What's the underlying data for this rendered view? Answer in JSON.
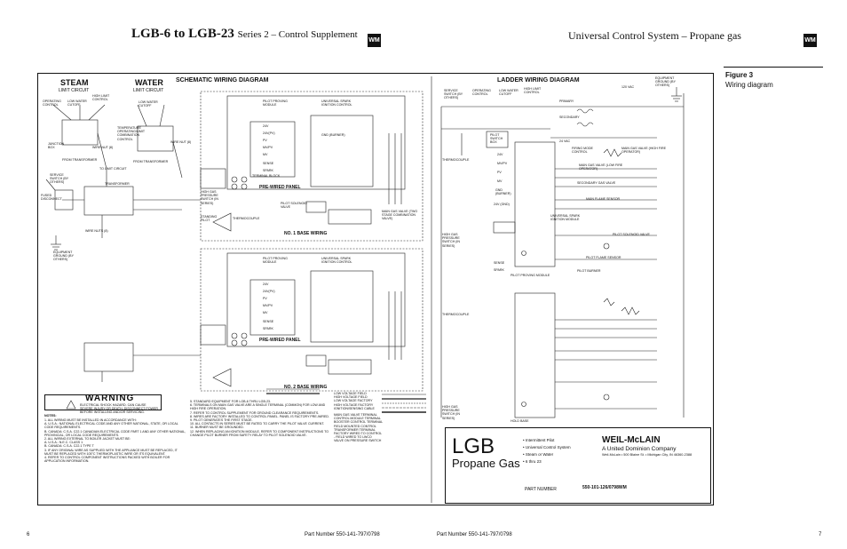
{
  "header": {
    "title": "LGB-6 to LGB-23",
    "subtitle": "Series 2 – Control Supplement",
    "right_title": "Universal Control System – Propane gas",
    "logo_text": "WM"
  },
  "figure": {
    "label": "Figure 3",
    "caption": "Wiring diagram"
  },
  "schematic": {
    "title": "SCHEMATIC WIRING DIAGRAM",
    "steam": "STEAM",
    "steam_sub": "LIMIT CIRCUIT",
    "water": "WATER",
    "water_sub": "LIMIT CIRCUIT",
    "steam_labels": [
      "OPERATING CONTROL",
      "LOW WATER CUTOFF",
      "HIGH LIMIT CONTROL",
      "JUNCTION BOX",
      "FROM TRANSFORMER",
      "WIRE NUT (8)"
    ],
    "water_labels": [
      "LOW WATER CUTOFF",
      "TEMPERATURE OPERATING/LIMIT COMBINATION CONTROL",
      "FROM TRANSFORMER",
      "WIRE NUT (8)",
      "TO LIMIT CIRCUIT"
    ],
    "left_labels": [
      "SERVICE SWITCH (BY OTHERS)",
      "FUSED DISCONNECT",
      "TRANSFORMER",
      "EQUIPMENT GROUND (BY OTHERS)",
      "WIRE NUTS (8)"
    ],
    "upper": {
      "pilot_module": "PILOT PROVING MODULE",
      "ignition_module": "UNIVERSAL SPARK IGNITION CONTROL",
      "pressure_switch": "HIGH GAS PRESSURE SWITCH (IN SERIES)",
      "terminal_block": "TERMINAL BLOCK",
      "prewired": "PRE-WIRED PANEL",
      "solenoid": "PILOT SOLENOID VALVE",
      "main_gas": "MAIN GAS VALVE (TWO STAGE COMBINATION VALVE)",
      "standing_pilot": "STANDING PILOT",
      "thermocouple": "THERMOCOUPLE",
      "wiring_label": "NO. 1 BASE WIRING"
    },
    "lower": {
      "pilot_module": "PILOT PROVING MODULE",
      "ignition_module": "UNIVERSAL SPARK IGNITION CONTROL",
      "prewired": "PRE-WIRED PANEL",
      "wiring_label": "NO. 2 BASE WIRING"
    },
    "module_terminals": [
      "24V",
      "24V(PV)",
      "PV",
      "MV/PV",
      "MV",
      "GND (BURNER)",
      "SENSE",
      "SPARK"
    ],
    "warning": "WARNING",
    "warning_text": "ELECTRICAL SHOCK HAZARD. CAN CAUSE SEVERE INJURY OR DEATH. DISCONNECT POWER BEFORE INSTALLING AND/OR SERVICING.",
    "notes_title": "NOTES:",
    "notes": [
      "1. ALL WIRING MUST BE INSTALLED IN ACCORDANCE WITH:",
      "   A. U.S.A.: NATIONAL ELECTRICAL CODE AND ANY OTHER NATIONAL, STATE, OR LOCAL CODE REQUIREMENTS.",
      "   B. CANADA: C.S.A. C22.1 CANADIAN ELECTRICAL CODE PART 1 AND ANY OTHER NATIONAL, PROVINCIAL, OR LOCAL CODE REQUIREMENTS.",
      "2. ALL WIRING EXTERNAL TO BOILER JACKET MUST BE:",
      "   A. U.S.A.: N.E.C. CLASS 1",
      "   B. CANADA: C.S.A. C22.1 TYPE T",
      "3. IF ANY ORIGINAL WIRE AS SUPPLIED WITH THE APPLIANCE MUST BE REPLACED, IT MUST BE REPLACED WITH 105°C THERMOPLASTIC WIRE OR ITS EQUIVALENT.",
      "4. REFER TO CONTROL COMPONENT INSTRUCTIONS PACKED WITH BOILER FOR APPLICATION INFORMATION."
    ],
    "lower_notes": [
      "5. STANDARD EQUIPMENT FOR LGB-6 THRU LGB-23.",
      "6. TERMINALS ON MAIN GAS VALVE ARE A SINGLE TERMINAL (COMMON) FOR LOW AND HIGH FIRE OPERATION.",
      "7. REFER TO CONTROL SUPPLEMENT FOR GROUND CLEARANCE REQUIREMENTS.",
      "8. WIRES ARE FACTORY INSTALLED TO CONTROL PANEL. PANEL IS FACTORY PRE-WIRED.",
      "9. PILOT GENERATES THE FIRST STAGE.",
      "10. ALL CONTACTS IN SERIES MUST BE RATED TO CARRY THE PILOT VALVE CURRENT.",
      "11. BURNER MUST BE GROUNDED.",
      "12. WHEN REPLACING AN IGNITION MODULE, REFER TO COMPONENT INSTRUCTIONS TO CHANGE PILOT BURNER FROM SAFETY RELAY TO PILOT SOLENOID VALVE."
    ],
    "legend": [
      "LOW VOLTAGE FIELD",
      "HIGH VOLTAGE FIELD",
      "LOW VOLTAGE FACTORY",
      "HIGH VOLTAGE FACTORY",
      "IGNITION/SENSING CABLE",
      "MAIN GAS VALVE TERMINAL",
      "CONTROL MODULE TERMINAL",
      "BOOSTER CONTROL TERMINAL",
      "FIELD MOUNTED CONTROL",
      "TRANSFORMER TERMINAL",
      "FACTORY WIRED TO CONTROL - FIELD WIRED TO LWCO",
      "VALVE ON PRESSURE SWITCH"
    ]
  },
  "ladder": {
    "title": "LADDER WIRING DIAGRAM",
    "top_labels": [
      "SERVICE SWITCH (BY OTHERS)",
      "OPERATING CONTROL",
      "LOW WATER CUTOFF",
      "HIGH LIMIT CONTROL",
      "EQUIPMENT GROUND (BY OTHERS)",
      "120 VAC",
      "PRIMARY",
      "SECONDARY",
      "24 VAC"
    ],
    "left_labels": [
      "THERMOCOUPLE",
      "PILOT SWITCH BOX",
      "HIGH GAS PRESSURE SWITCH (IN SERIES)",
      "THERMOCOUPLE",
      "HIGH GAS PRESSURE SWITCH (IN SERIES)"
    ],
    "right_labels": [
      "FIRING MODE CONTROL",
      "MAIN GAS VALVE (HIGH FIRE OPERATOR)",
      "MAIN GAS VALVE (LOW FIRE OPERATOR)",
      "SECONDARY GAS VALVE",
      "MAIN FLAME SENSOR",
      "PILOT SOLENOID VALVE",
      "PILOT FLAME SENSOR",
      "PILOT BURNER",
      "UNIVERSAL SPARK IGNITION MODULE",
      "PILOT PROVING MODULE",
      "HOLD BASE"
    ],
    "module_labels": [
      "24V",
      "MV/PV",
      "PV",
      "MV",
      "GND (BURNER)",
      "24V (GND)",
      "SENSE",
      "SPARK"
    ]
  },
  "product": {
    "name": "LGB",
    "fuel": "Propane Gas",
    "bullets": [
      "Intermittent Pilot",
      "Universal Control System",
      "Steam or Water",
      "6 thru 23"
    ],
    "brand": "WEIL-McLAIN",
    "brand_sub": "A United Dominion Company",
    "address": "Weil-McLain • 500 Blaine St. • Michigan City, IN 46360-2388",
    "part_label": "PART NUMBER",
    "part_value": "550-101-126/0798WM"
  },
  "footer": {
    "page_left": "6",
    "part_left": "Part Number 550-141-797/0798",
    "part_right": "Part Number 550-141-797/0798",
    "page_right": "7"
  }
}
